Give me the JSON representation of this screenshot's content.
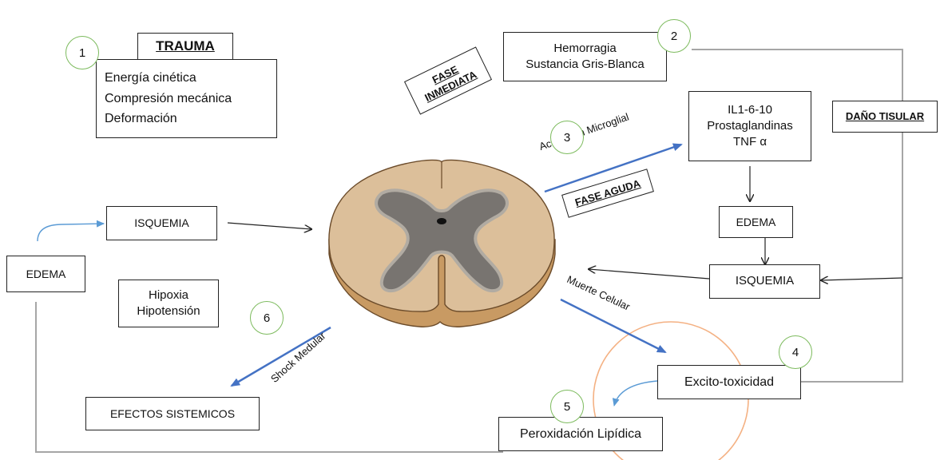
{
  "trauma": {
    "title": "TRAUMA",
    "lines": [
      "Energía cinética",
      "Compresión mecánica",
      "Deformación"
    ]
  },
  "hemorragia": {
    "lines": [
      "Hemorragia",
      "Sustancia Gris-Blanca"
    ]
  },
  "fase_inmediata": [
    "FASE",
    "INMEDIATA"
  ],
  "dano_tisular": "DAÑO TISULAR",
  "citoquinas": {
    "lines": [
      "IL1-6-10",
      "Prostaglandinas",
      "TNF α"
    ]
  },
  "activacion_microglial": "Activación Microglial",
  "fase_aguda": "FASE AGUDA",
  "edema_right": "EDEMA",
  "isquemia_right": "ISQUEMIA",
  "isquemia_left": "ISQUEMIA",
  "edema_left": "EDEMA",
  "hipoxia": {
    "lines": [
      "Hipoxia",
      "Hipotensión"
    ]
  },
  "muerte_celular": "Muerte Celular",
  "shock_medular": "Shock Medular",
  "excitotoxicidad": "Excito-toxicidad",
  "peroxidacion": "Peroxidación Lipídica",
  "efectos_sistemicos": "EFECTOS SISTEMICOS",
  "steps": [
    "1",
    "2",
    "3",
    "4",
    "5",
    "6"
  ],
  "colors": {
    "blue_arrow": "#4472c4",
    "light_blue_arrow": "#5b9bd5",
    "orange_circle": "#f4b183",
    "green_circle": "#7dbb5e",
    "gray_line": "#a6a6a6",
    "cord_white_matter": "#dcbf9a",
    "cord_gray_matter": "#787470",
    "cord_side": "#c89a63"
  }
}
